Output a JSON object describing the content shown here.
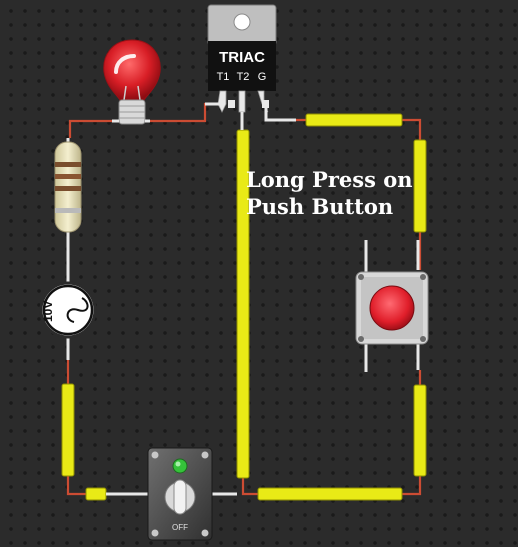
{
  "triac": {
    "name": "TRIAC",
    "pins": [
      "T1",
      "T2",
      "G"
    ]
  },
  "source": {
    "voltage": "10V",
    "icon": "sine-wave-icon"
  },
  "switch": {
    "off_label": "OFF",
    "indicator_color": "#35c23a"
  },
  "annotation": {
    "line1": "Long Press on",
    "line2": "Push Button"
  },
  "colors": {
    "wire": "#e9ea16",
    "wire_stroke": "#8f8f00",
    "lead": "#cc4c33",
    "bulb": "#d81e26",
    "button": "#e01e2a"
  }
}
